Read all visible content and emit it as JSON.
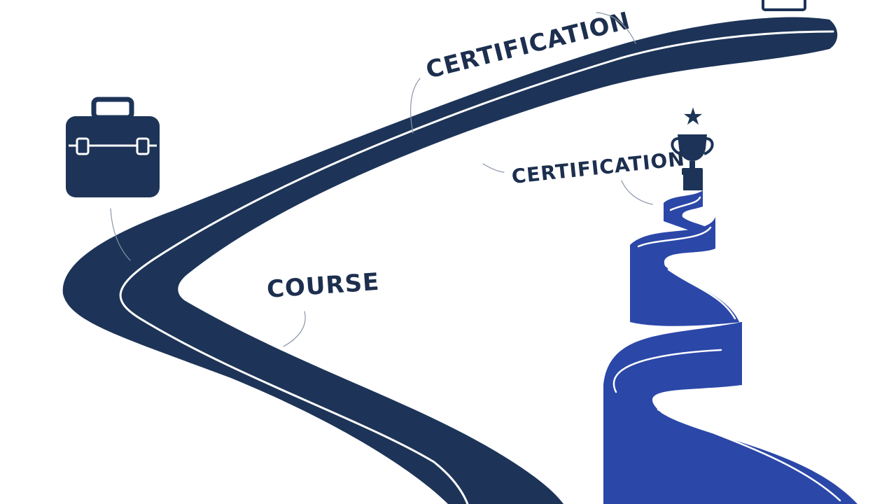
{
  "labels": {
    "certification_top": "CERTIFICATION",
    "certification_mid": "CERTIFICATION",
    "course": "COURSE"
  },
  "icons": {
    "briefcase": "briefcase-icon",
    "trophy": "trophy-icon",
    "star": "star-icon",
    "star_glyph": "★"
  },
  "colors": {
    "dark_road": "#1d3458",
    "blue_road": "#2b47a8",
    "blue_road_shadow": "#1f3890",
    "lane_line": "#ffffff",
    "label_text": "#1d2f4f"
  }
}
